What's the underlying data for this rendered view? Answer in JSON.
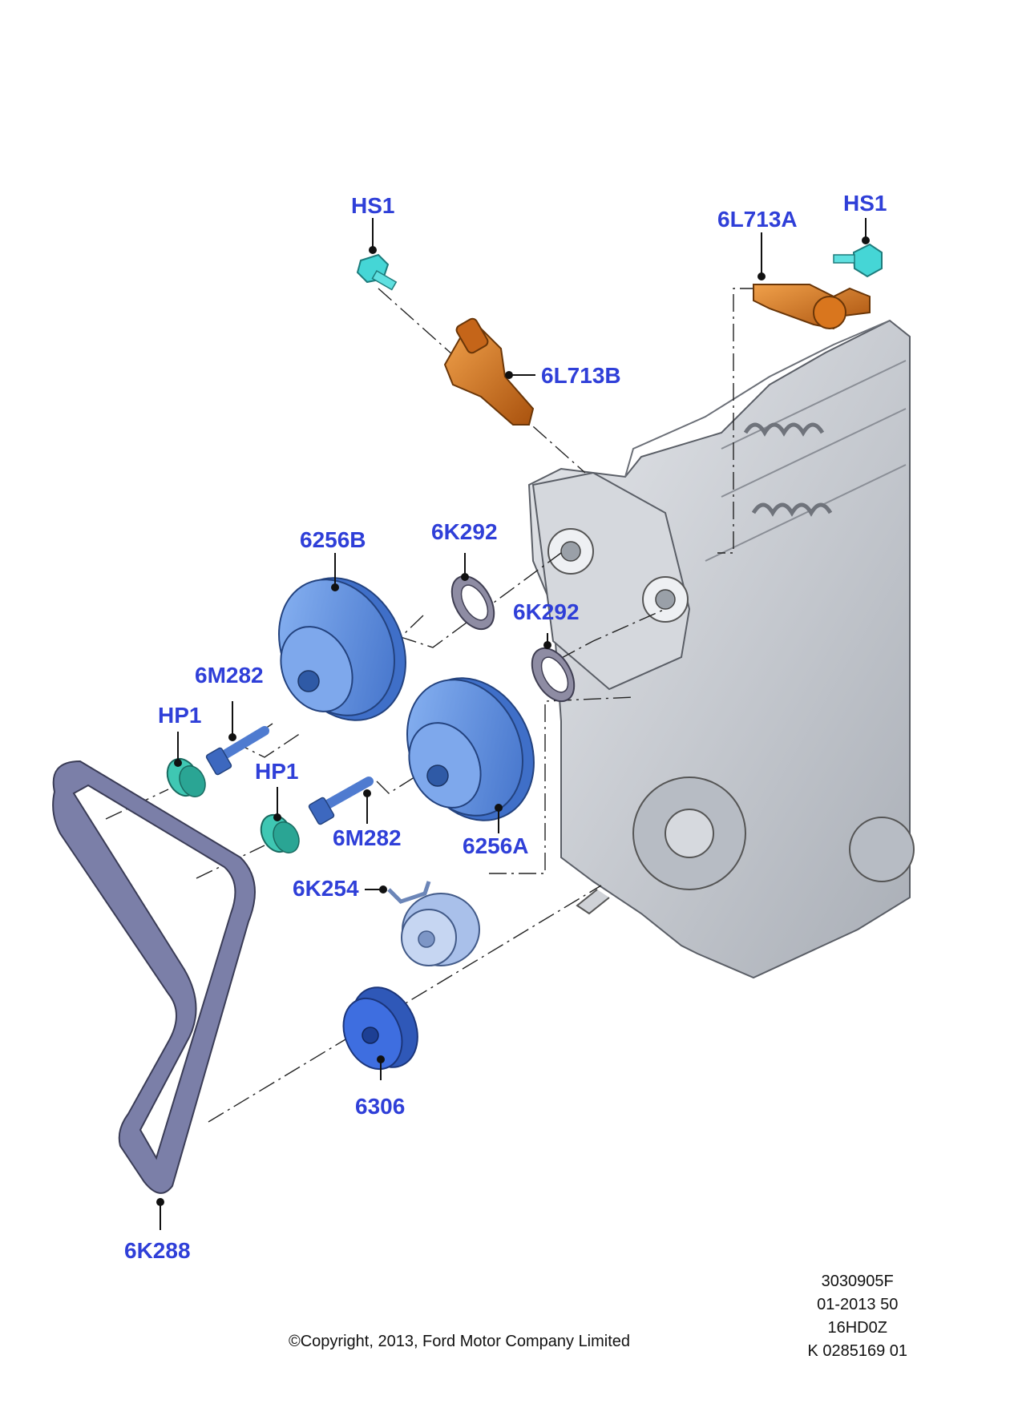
{
  "diagram": {
    "callouts": {
      "hs1_left": "HS1",
      "hs1_right": "HS1",
      "p6l713a": "6L713A",
      "p6l713b": "6L713B",
      "p6256b": "6256B",
      "p6k292_top": "6K292",
      "p6k292_bottom": "6K292",
      "p6m282_top": "6M282",
      "p6m282_bottom": "6M282",
      "hp1_left": "HP1",
      "hp1_right": "HP1",
      "p6256a": "6256A",
      "p6k254": "6K254",
      "p6306": "6306",
      "p6k288": "6K288"
    },
    "colors": {
      "callout_text": "#2f3fd8",
      "solenoid": "#d9761e",
      "bolt": "#45d6d6",
      "sprocket": "#5b8fe0",
      "crank_sprocket": "#3e6ee0",
      "belt": "#7b7fa8",
      "engine": "#c9cdd3",
      "seal": "#8e8ca3"
    }
  },
  "footer": {
    "code_line_1": "3030905F",
    "code_line_2": "01-2013 50",
    "code_line_3": "16HD0Z",
    "code_line_4": "K 0285169 01",
    "copyright": "©Copyright, 2013, Ford Motor Company Limited"
  }
}
